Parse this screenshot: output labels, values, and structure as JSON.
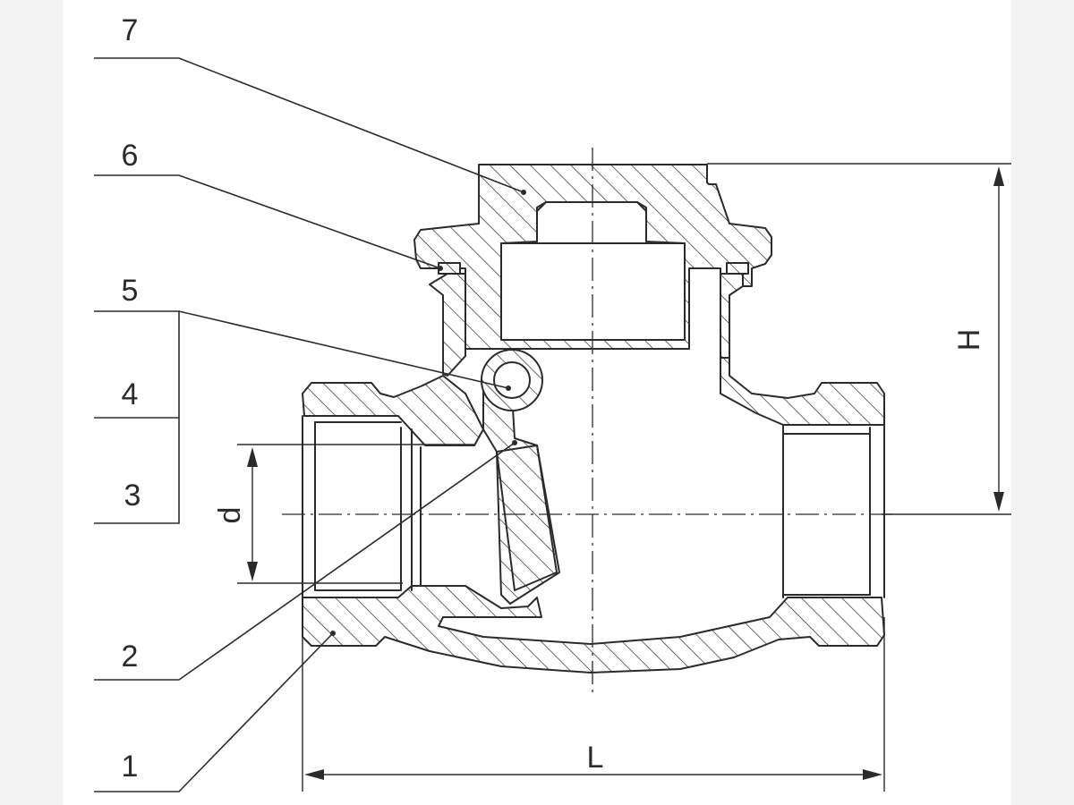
{
  "callouts": [
    "7",
    "6",
    "5",
    "4",
    "3",
    "2",
    "1"
  ],
  "dimensions": {
    "length": "L",
    "height": "H",
    "diameter": "d"
  },
  "colors": {
    "line": "#2b2b2b",
    "background": "#ffffff",
    "margin": "#f4f4f4"
  }
}
